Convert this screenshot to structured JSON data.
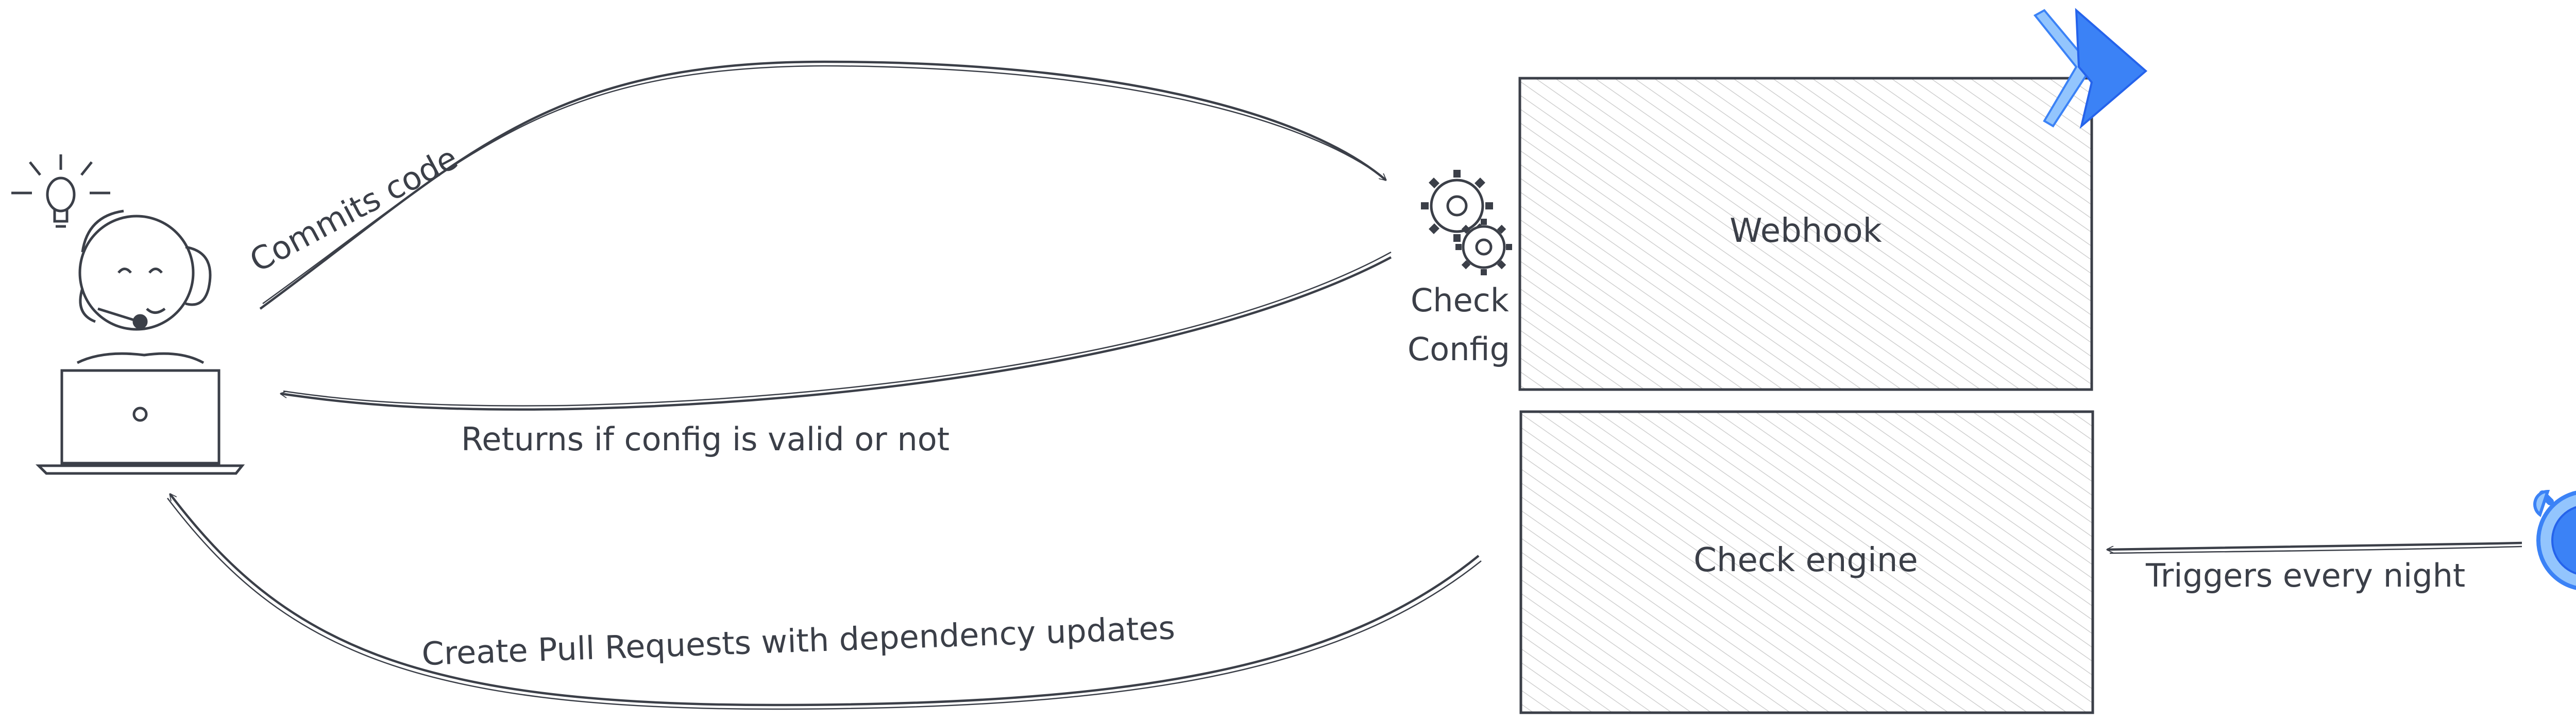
{
  "nodes": {
    "webhook": {
      "label": "Webhook"
    },
    "check_engine": {
      "label": "Check engine"
    },
    "check_config": {
      "label_line1": "Check",
      "label_line2": "Config"
    }
  },
  "edges": {
    "commits_code": {
      "label": "Commits code"
    },
    "returns": {
      "label": "Returns if config is valid or not"
    },
    "create_prs": {
      "label": "Create Pull Requests with dependency updates"
    },
    "triggers": {
      "label": "Triggers every night"
    }
  },
  "colors": {
    "stroke": "#3b3f48",
    "accent_blue": "#3b82f6",
    "accent_blue_light": "#93c5fd",
    "hatch": "#cfcfcf"
  },
  "icons": {
    "developer": "developer-laptop-icon",
    "lightbulb": "lightbulb-icon",
    "gears": "gears-icon",
    "forward": "double-chevron-icon",
    "clock": "alarm-clock-icon"
  }
}
